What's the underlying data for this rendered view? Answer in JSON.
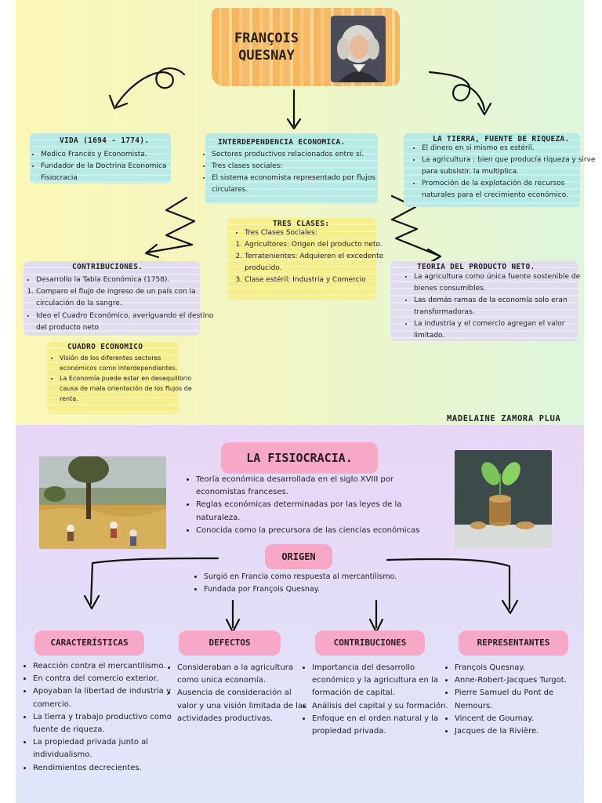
{
  "title": "FRANÇOIS QUESNAY",
  "sections": {
    "vida": {
      "heading": "VIDA (1694 - 1774).",
      "items": [
        "Medico Francés y Economista.",
        "Fundador de la Doctrina Economica Fisiocracia"
      ]
    },
    "interdependencia": {
      "heading": "INTERDEPENDENCIA ECONOMICA.",
      "items": [
        "Sectores productivos relacionados entre sí.",
        "Tres clases sociales:",
        "El sistema economista representado por flujos circulares."
      ]
    },
    "tierra": {
      "heading": "LA TIERRA, FUENTE DE RIQUEZA.",
      "items": [
        "El dinero en si mismo es estéril.",
        "La agricultura : bien que producía riqueza y sirve para subsistir. la multiplica.",
        "Promoción de la explotación de recursos naturales para el crecimiento económico."
      ]
    },
    "tres_clases": {
      "heading": "TRES CLASES:",
      "bullet": "Tres Clases Sociales:",
      "items": [
        "Agricultores: Origen del producto neto.",
        "Terratenientes: Adquieren el excedente producido.",
        "Clase estéril: Industria y Comercio"
      ]
    },
    "contribuciones": {
      "heading": "CONTRIBUCIONES.",
      "bullet1": "Desarrollo la Tabla Económica (1758).",
      "numbered": [
        "Comparo el flujo de ingreso de un país con la circulación de la sangre."
      ],
      "bullet2": "Ideo el Cuadro Económico, averiguando el destino del producto neto"
    },
    "producto_neto": {
      "heading": "TEORIA DEL PRODUCTO NETO.",
      "items": [
        "La agricultura como única fuente sostenible de bienes consumibles.",
        "Las demás ramas de la economía solo eran transformadoras.",
        "La industria y el comercio agregan el valor limitado."
      ]
    },
    "cuadro": {
      "heading": "CUADRO ECONOMICO",
      "items": [
        "Visión de los diferentes sectores económicos como interdependientes.",
        "La Economía puede estar en desequilibrio causa de mala orientación de los flujos de renta."
      ]
    }
  },
  "author": "MADELAINE ZAMORA PLUA",
  "fisiocracia": {
    "title": "LA FISIOCRACIA.",
    "items": [
      "Teoría económica desarrollada en el siglo XVIII por economistas franceses.",
      "Reglas económicas determinadas por las leyes de la naturaleza.",
      "Conocida como la precursora de las ciencias económicas"
    ]
  },
  "origen": {
    "label": "ORIGEN",
    "items": [
      "Surgió en Francia como respuesta al mercantilismo.",
      "Fundada por François Quesnay."
    ]
  },
  "columns": [
    {
      "label": "CARACTERÍSTICAS",
      "items": [
        "Reacción contra el mercantilismo.",
        "En contra del comercio exterior.",
        "Apoyaban la libertad de industria y comercio.",
        "La tierra y trabajo productivo como fuente de riqueza.",
        "La propiedad privada junto al individualismo.",
        "Rendimientos decrecientes."
      ]
    },
    {
      "label": "DEFECTOS",
      "items": [
        "Consideraban a la agricultura como unica economía.",
        "Ausencia de consideración al valor y una visión limitada de las actividades productivas."
      ]
    },
    {
      "label": "CONTRIBUCIONES",
      "items": [
        "Importancia del desarrollo económico y la agricultura en la formación de capital.",
        "Análisis del capital y su formación.",
        "Enfoque en el orden natural y la propiedad privada."
      ]
    },
    {
      "label": "REPRESENTANTES",
      "items": [
        "François Quesnay.",
        "Anne-Robert-Jacques Turgot.",
        "Pierre Samuel du Pont de Nemours.",
        "Vincent de Gournay.",
        "Jacques de la Rivière."
      ]
    }
  ],
  "colors": {
    "pink": "#f7a8c7",
    "highlight_cyan": "#b7eae6",
    "highlight_yellow": "#f6ef8d",
    "highlight_lavender": "#e2dcef"
  }
}
